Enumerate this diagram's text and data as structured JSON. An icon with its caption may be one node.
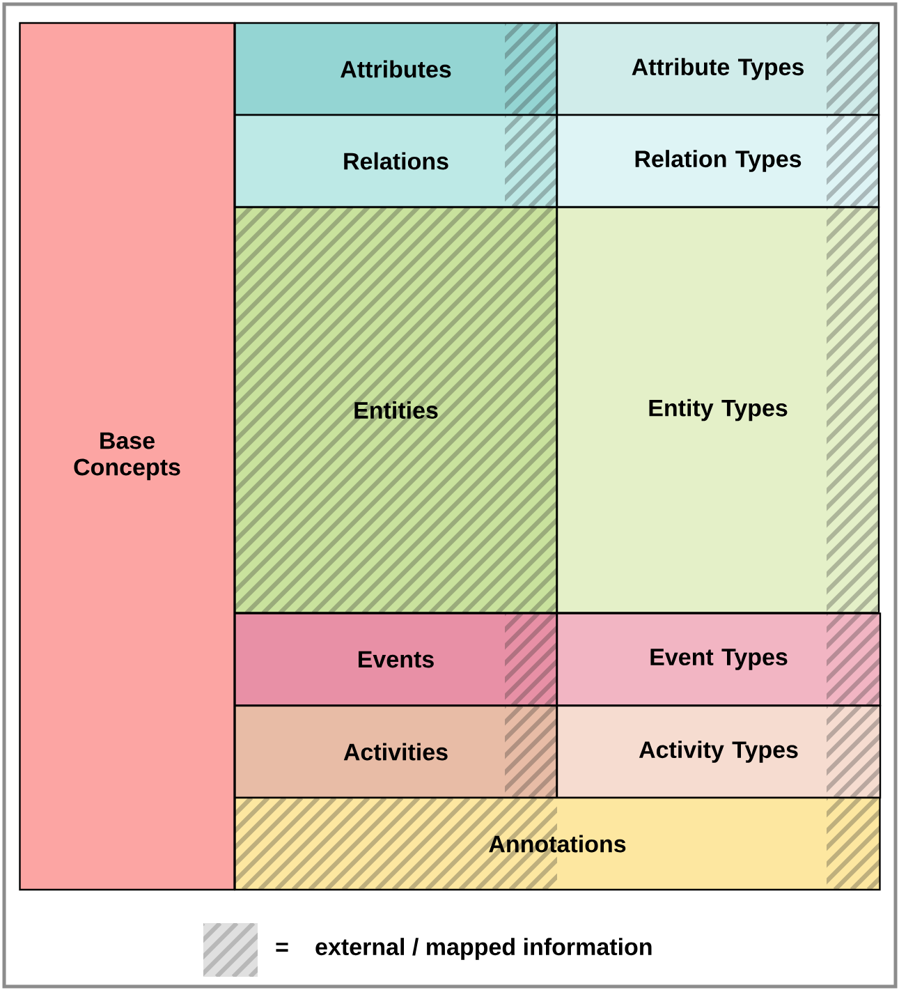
{
  "diagram": {
    "nodes": [
      {
        "text": [
          "Base Concepts"
        ]
      },
      {
        "text": [
          "Attributes"
        ]
      },
      {
        "text": [
          "Attribute Types"
        ]
      },
      {
        "text": [
          "Relations"
        ]
      },
      {
        "text": [
          "Relation Types"
        ]
      },
      {
        "text": [
          "Entities"
        ]
      },
      {
        "text": [
          "Entity Types"
        ]
      },
      {
        "text": [
          "Events"
        ]
      },
      {
        "text": [
          "Event Types"
        ]
      },
      {
        "text": [
          "Activities"
        ]
      },
      {
        "text": [
          "Activity Types"
        ]
      },
      {
        "text": [
          "Annotations"
        ]
      }
    ],
    "labels": [
      "="
    ],
    "legend": [
      {
        "text": "external / mapped information"
      }
    ]
  }
}
